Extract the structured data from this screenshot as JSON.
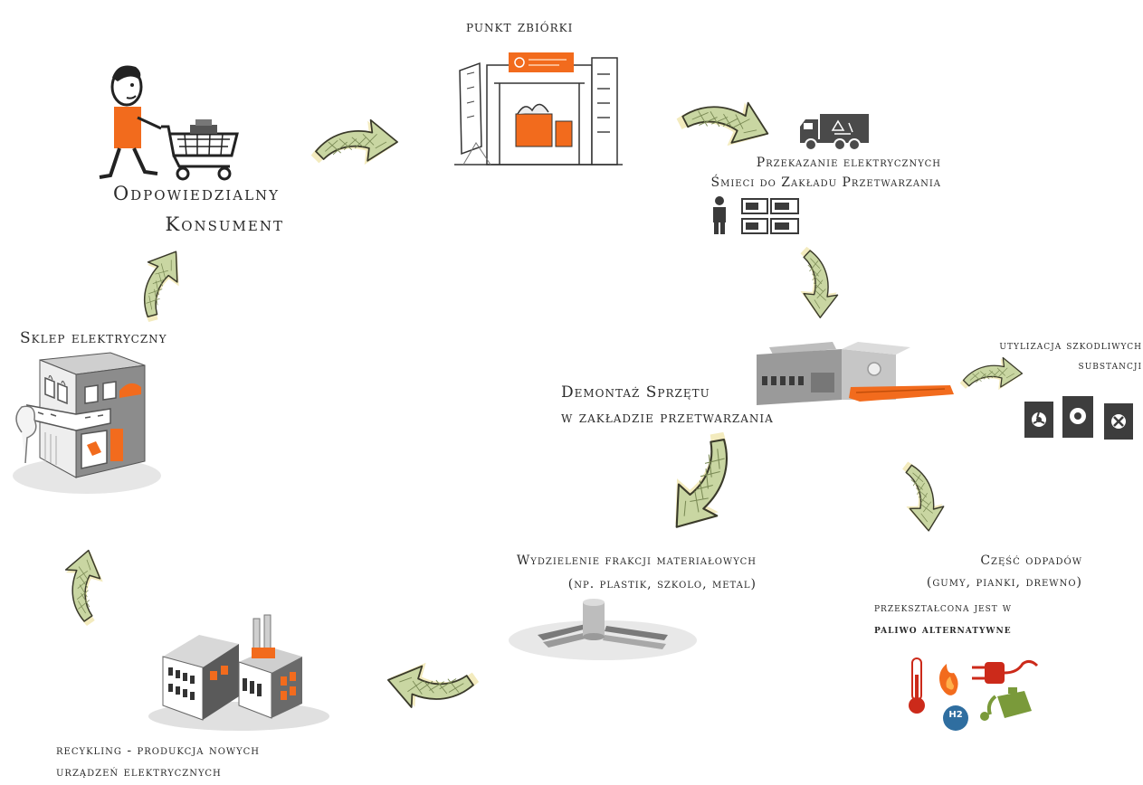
{
  "colors": {
    "accent": "#f26b1d",
    "arrow_fill": "#c9d6a2",
    "arrow_stroke": "#3a3a2a",
    "arrow_glow": "#efe4a8",
    "grey_dark": "#4a4a4a",
    "grey_mid": "#8a8a8a",
    "grey_light": "#d5d5d5"
  },
  "labels": {
    "collection_point": "punkt zbiórki",
    "consumer_line1": "Odpowiedzialny",
    "consumer_line2": "Konsument",
    "transfer_line1": "Przekazanie elektrycznych",
    "transfer_line2": "Śmieci do Zakładu Przetwarzania",
    "shop": "Sklep elektryczny",
    "disposal_line1": "utylizacja szkodliwych",
    "disposal_line2": "substancji",
    "dismantling_line1": "Demontaż Sprzętu",
    "dismantling_line2": "w zakładzie przetwarzania",
    "fractions_line1": "Wydzielenie frakcji materiałowych",
    "fractions_line2": "(np. plastik, szkolo, metal)",
    "fuel_line1": "Część odpadów",
    "fuel_line2": "(gumy, pianki, drewno)",
    "fuel_line3": "przekształcona jest w",
    "fuel_line4": "paliwo alternatywne",
    "recycling_line1": "recykling - produkcja nowych",
    "recycling_line2": "urządzeń elektrycznych",
    "h2": "H2"
  }
}
